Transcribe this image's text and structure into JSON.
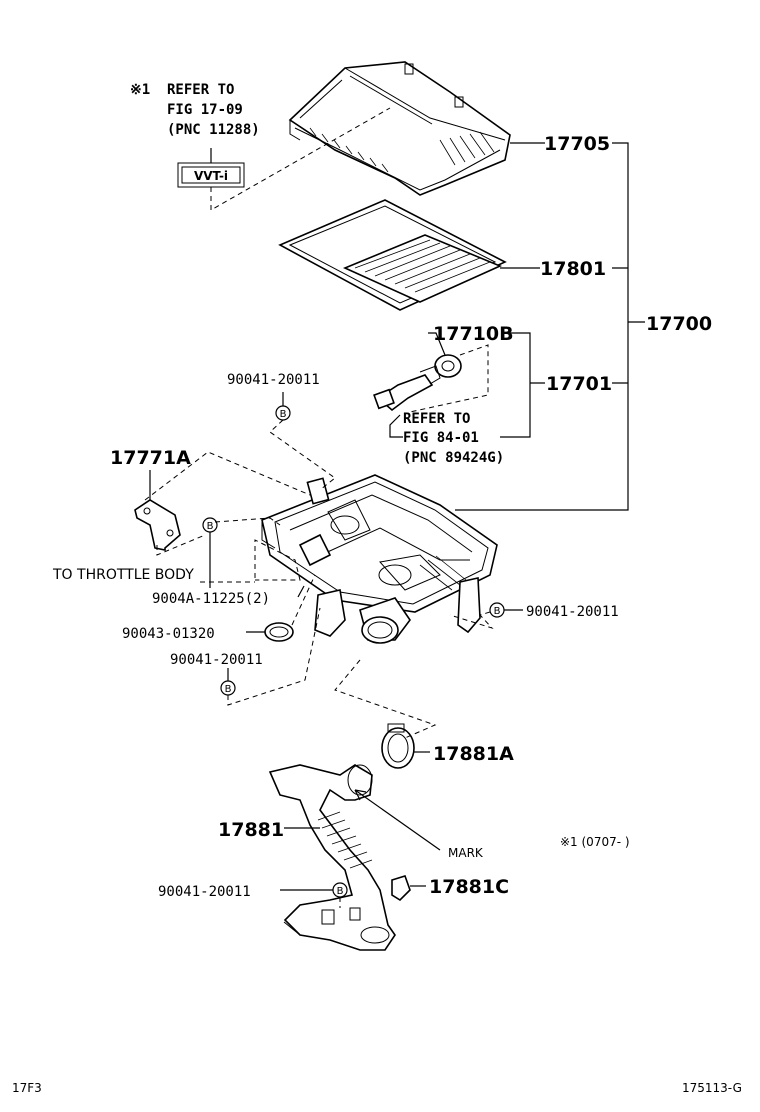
{
  "diagram": {
    "callout_ref_1": {
      "mark": "※1",
      "lines": [
        "REFER TO",
        "FIG 17-09",
        "(PNC 11288)"
      ]
    },
    "emblem_text": "VVT-i",
    "callout_ref_2": {
      "lines": [
        "REFER TO",
        "FIG 84-01",
        "(PNC 89424G)"
      ]
    },
    "parts": {
      "p17705": "17705",
      "p17801": "17801",
      "p17700": "17700",
      "p17710B": "17710B",
      "p17701": "17701",
      "p90041_top": "90041-20011",
      "p17771A": "17771A",
      "throttle": "TO THROTTLE BODY",
      "p9004A": "9004A-11225(2)",
      "p90043": "90043-01320",
      "p90041_mid": "90041-20011",
      "p90041_right": "90041-20011",
      "p17881A": "17881A",
      "p17881": "17881",
      "mark": "MARK",
      "p90041_bottom": "90041-20011",
      "p17881C": "17881C"
    },
    "bolt_symbol": "B",
    "note": "※1 (0707-        )",
    "footer_left": "17F3",
    "footer_right": "175113-G"
  }
}
